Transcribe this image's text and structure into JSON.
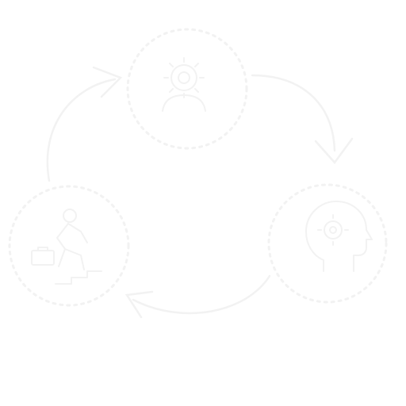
{
  "diagram": {
    "stroke_color": "#f2f2f2",
    "nodes": [
      {
        "id": "top",
        "icon": "gear-person-icon",
        "label_lines": [
          "",
          ""
        ]
      },
      {
        "id": "right",
        "icon": "head-gear-icon",
        "label_lines": [
          "",
          ""
        ]
      },
      {
        "id": "left",
        "icon": "person-running-briefcase-icon",
        "label_lines": [
          "",
          ""
        ]
      }
    ],
    "arrows": [
      "top-to-right",
      "right-to-left",
      "left-to-top"
    ]
  }
}
